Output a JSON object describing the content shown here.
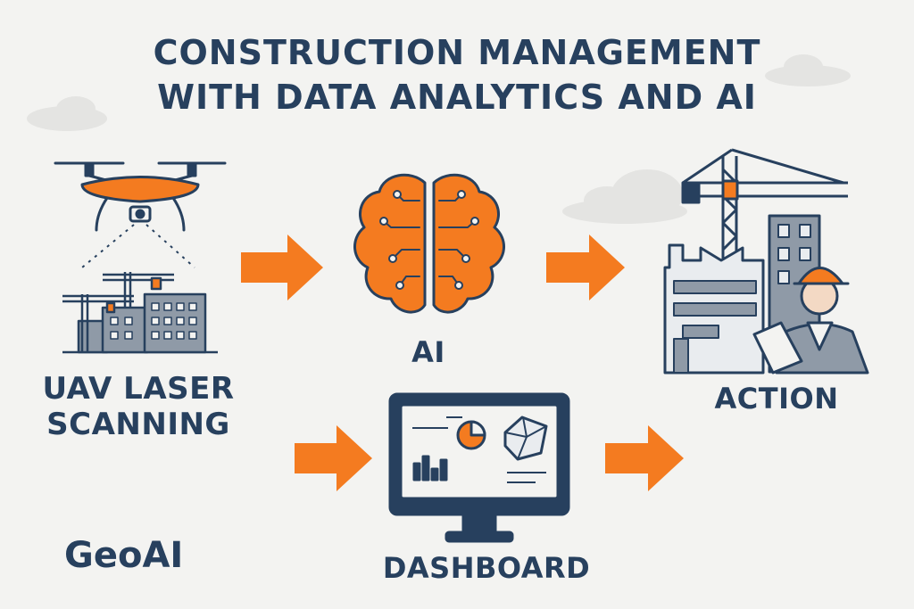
{
  "title": {
    "line1": "CONSTRUCTION MANAGEMENT",
    "line2": "WITH DATA ANALYTICS AND AI"
  },
  "nodes": {
    "uav": {
      "line1": "UAV LASER",
      "line2": "SCANNING",
      "icon": "drone-scanning-icon"
    },
    "ai": {
      "label": "AI",
      "icon": "brain-circuit-icon"
    },
    "action": {
      "label": "ACTION",
      "icon": "construction-worker-icon"
    },
    "dashboard": {
      "label": "DASHBOARD",
      "icon": "monitor-dashboard-icon"
    }
  },
  "brand": "GeoAI",
  "colors": {
    "navy": "#27405e",
    "orange": "#f47b20",
    "background": "#f3f3f1",
    "building_gray": "#8f9aa7"
  }
}
